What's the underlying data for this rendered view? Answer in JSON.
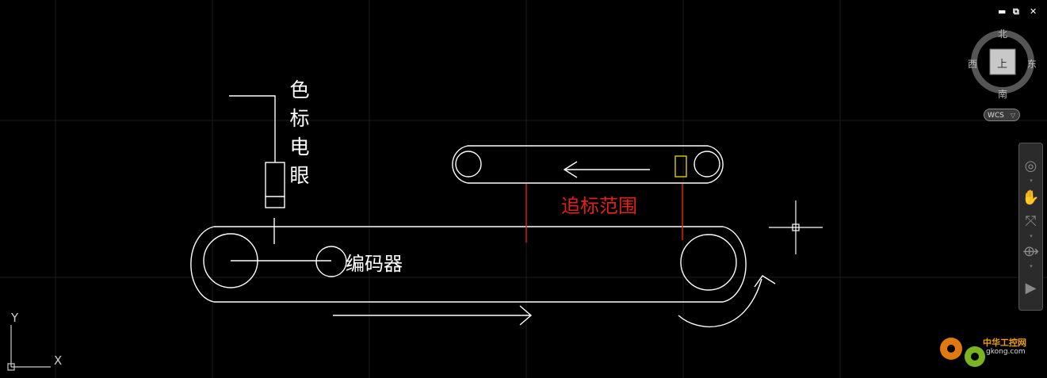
{
  "window_controls": {
    "minimize": "▬",
    "restore": "⧉",
    "close": "✕"
  },
  "viewcube": {
    "north": "北",
    "south": "南",
    "east": "东",
    "west": "西",
    "face_label": "上",
    "wcs_label": "WCS"
  },
  "drawing": {
    "sensor_label_chars": [
      "色",
      "标",
      "电",
      "眼"
    ],
    "encoder_label": "编码器",
    "tracking_range_label": "追标范围",
    "ucs_y": "Y",
    "ucs_x": "X"
  },
  "watermark": {
    "title": "中华工控网",
    "url": "gkong.com"
  },
  "colors": {
    "background": "#000000",
    "lines": "#ffffff",
    "red_marker": "#e0201a",
    "yellow_mark": "#d8d000",
    "grid": "#1c1c1c"
  },
  "icons": {
    "navbar": [
      "steering-wheel-icon",
      "pan-hand-icon",
      "zoom-icon",
      "orbit-icon",
      "showmotion-icon"
    ]
  }
}
